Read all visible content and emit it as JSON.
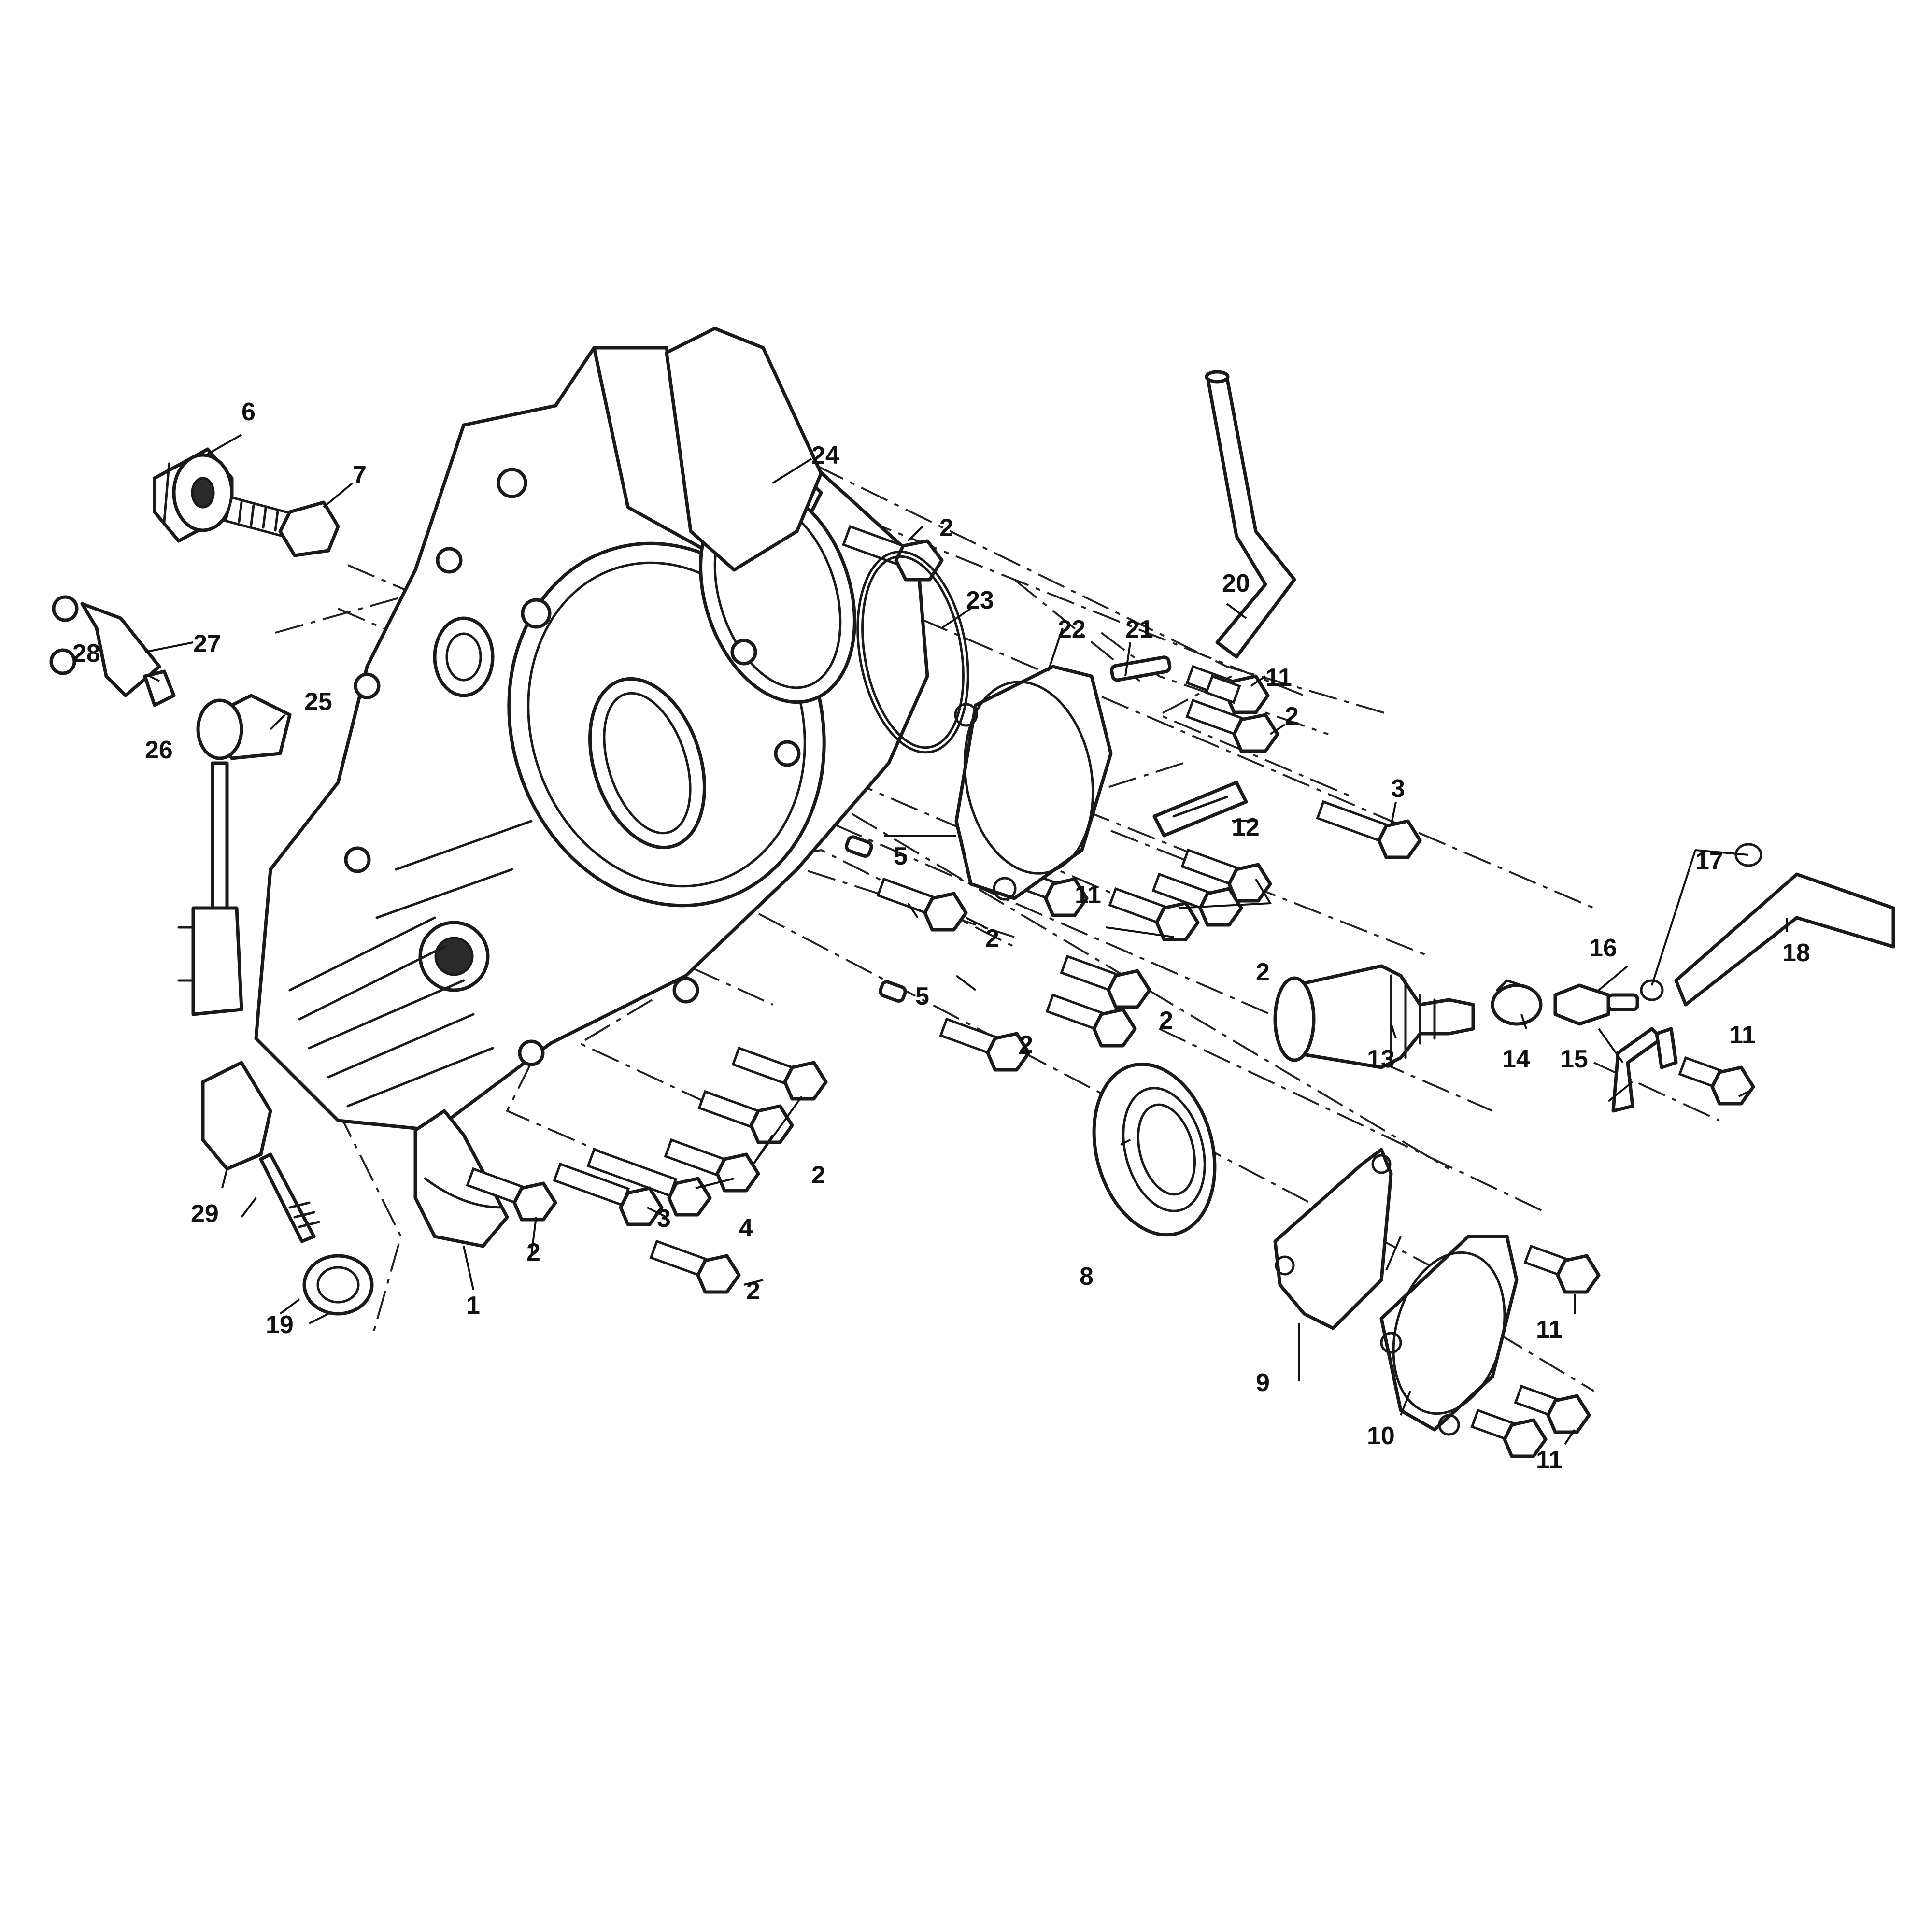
{
  "callouts": [
    {
      "id": "c1",
      "text": "1"
    },
    {
      "id": "c2a",
      "text": "2"
    },
    {
      "id": "c2b",
      "text": "2"
    },
    {
      "id": "c2c",
      "text": "2"
    },
    {
      "id": "c2d",
      "text": "2"
    },
    {
      "id": "c2e",
      "text": "2"
    },
    {
      "id": "c2f",
      "text": "2"
    },
    {
      "id": "c2g",
      "text": "2"
    },
    {
      "id": "c2h",
      "text": "2"
    },
    {
      "id": "c2i",
      "text": "2"
    },
    {
      "id": "c3a",
      "text": "3"
    },
    {
      "id": "c3b",
      "text": "3"
    },
    {
      "id": "c4",
      "text": "4"
    },
    {
      "id": "c5a",
      "text": "5"
    },
    {
      "id": "c5b",
      "text": "5"
    },
    {
      "id": "c6",
      "text": "6"
    },
    {
      "id": "c7",
      "text": "7"
    },
    {
      "id": "c8",
      "text": "8"
    },
    {
      "id": "c9",
      "text": "9"
    },
    {
      "id": "c10",
      "text": "10"
    },
    {
      "id": "c11a",
      "text": "11"
    },
    {
      "id": "c11b",
      "text": "11"
    },
    {
      "id": "c11c",
      "text": "11"
    },
    {
      "id": "c11d",
      "text": "11"
    },
    {
      "id": "c11e",
      "text": "11"
    },
    {
      "id": "c12",
      "text": "12"
    },
    {
      "id": "c13",
      "text": "13"
    },
    {
      "id": "c14",
      "text": "14"
    },
    {
      "id": "c15",
      "text": "15"
    },
    {
      "id": "c16",
      "text": "16"
    },
    {
      "id": "c17",
      "text": "17"
    },
    {
      "id": "c18",
      "text": "18"
    },
    {
      "id": "c19",
      "text": "19"
    },
    {
      "id": "c20",
      "text": "20"
    },
    {
      "id": "c21",
      "text": "21"
    },
    {
      "id": "c22",
      "text": "22"
    },
    {
      "id": "c23",
      "text": "23"
    },
    {
      "id": "c24",
      "text": "24"
    },
    {
      "id": "c25",
      "text": "25"
    },
    {
      "id": "c26",
      "text": "26"
    },
    {
      "id": "c27",
      "text": "27"
    },
    {
      "id": "c28",
      "text": "28"
    },
    {
      "id": "c29",
      "text": "29"
    }
  ]
}
